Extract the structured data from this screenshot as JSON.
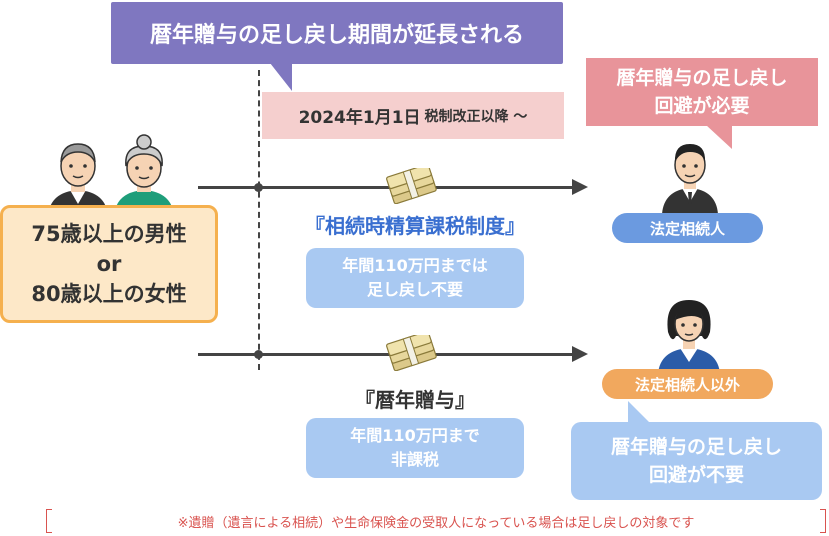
{
  "headline": "暦年贈与の足し戻し期間が延長される",
  "date_notice": {
    "main": "2024年1月1日",
    "sub": "税制改正以降 ～"
  },
  "donor": {
    "line1": "75歳以上の男性",
    "line2": "or",
    "line3": "80歳以上の女性"
  },
  "route_top": {
    "system_name": "『相続時精算課税制度』",
    "rule_line1": "年間110万円までは",
    "rule_line2": "足し戻し不要"
  },
  "route_bottom": {
    "system_name": "『暦年贈与』",
    "rule_line1": "年間110万円まで",
    "rule_line2": "非課税"
  },
  "legal_heir": {
    "label": "法定相続人",
    "note_line1": "暦年贈与の足し戻し",
    "note_line2": "回避が必要"
  },
  "non_heir": {
    "label": "法定相続人以外",
    "note_line1": "暦年贈与の足し戻し",
    "note_line2": "回避が不要"
  },
  "footnote": "※遺贈（遺言による相続）や生命保険金の受取人になっている場合は足し戻しの対象です",
  "colors": {
    "purple": "#7f77c0",
    "pink": "#e8949a",
    "light_blue": "#a9c9f2",
    "blue": "#6b9ae0",
    "orange": "#f1a85e",
    "cream": "#fde8c8"
  },
  "icons": [
    "elderly-man-icon",
    "elderly-woman-icon",
    "money-bundle-icon",
    "businessman-icon",
    "woman-icon"
  ]
}
